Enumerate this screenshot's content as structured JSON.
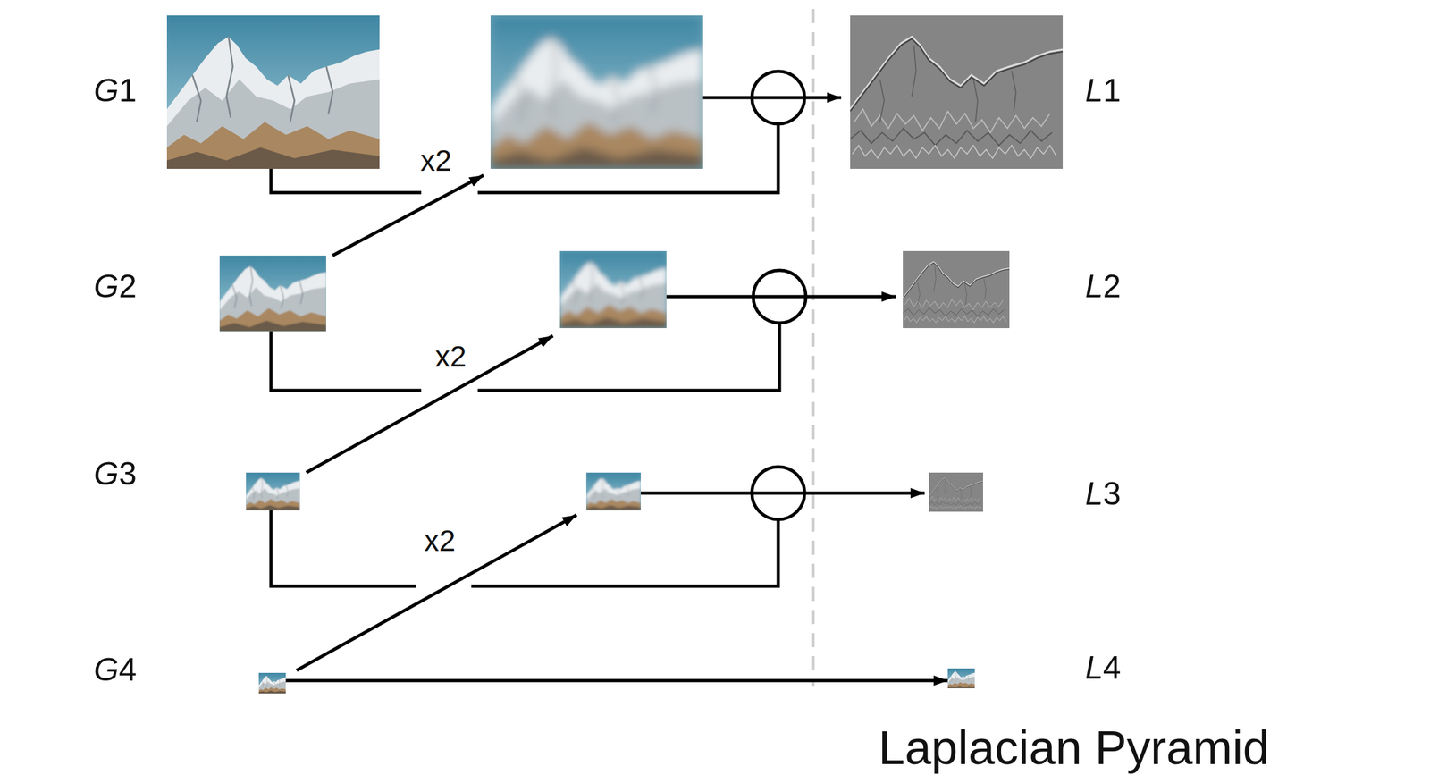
{
  "diagram": {
    "nodes": [
      {
        "text": [
          "G1"
        ]
      },
      {
        "text": [
          "L1"
        ]
      },
      {
        "text": [
          "G2"
        ]
      },
      {
        "text": [
          "L2"
        ]
      },
      {
        "text": [
          "G3"
        ]
      },
      {
        "text": [
          "L3"
        ]
      },
      {
        "text": [
          "G4"
        ]
      },
      {
        "text": [
          "L4"
        ]
      }
    ],
    "edges": [
      {
        "from": 6,
        "to": 7,
        "arrow": "to"
      }
    ],
    "labels": [
      "x2",
      "x2",
      "x2",
      "Laplacian Pyramid"
    ]
  }
}
